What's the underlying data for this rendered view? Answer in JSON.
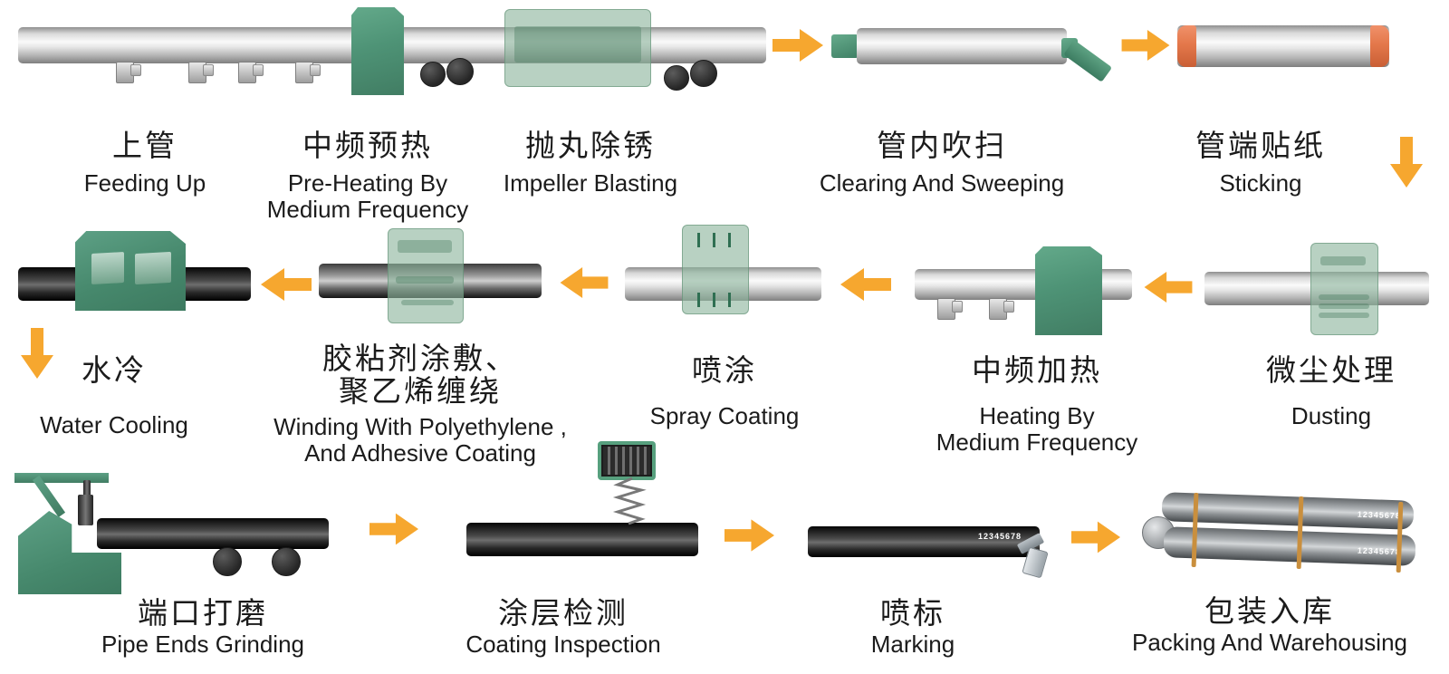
{
  "colors": {
    "arrow": "#F6A72F",
    "machine-green": "#4E9376",
    "glass-green": "#9CC0A9",
    "cap-orange": "#E4784B",
    "strap-orange": "#C98F3E",
    "text": "#1B1B1B",
    "background": "#FFFFFF"
  },
  "marking_text": "12345678",
  "stations": [
    {
      "id": "feeding-up",
      "zh_lines": [
        "上管"
      ],
      "en_lines": [
        "Feeding Up"
      ]
    },
    {
      "id": "pre-heating",
      "zh_lines": [
        "中频预热"
      ],
      "en_lines": [
        "Pre-Heating By",
        "Medium Frequency"
      ]
    },
    {
      "id": "impeller-blasting",
      "zh_lines": [
        "抛丸除锈"
      ],
      "en_lines": [
        "Impeller Blasting"
      ]
    },
    {
      "id": "clearing-and-sweeping",
      "zh_lines": [
        "管内吹扫"
      ],
      "en_lines": [
        "Clearing And Sweeping"
      ]
    },
    {
      "id": "sticking",
      "zh_lines": [
        "管端贴纸"
      ],
      "en_lines": [
        "Sticking"
      ]
    },
    {
      "id": "dusting",
      "zh_lines": [
        "微尘处理"
      ],
      "en_lines": [
        "Dusting"
      ]
    },
    {
      "id": "heating",
      "zh_lines": [
        "中频加热"
      ],
      "en_lines": [
        "Heating By",
        "Medium Frequency"
      ]
    },
    {
      "id": "spray-coating",
      "zh_lines": [
        "喷涂"
      ],
      "en_lines": [
        "Spray Coating"
      ]
    },
    {
      "id": "winding",
      "zh_lines": [
        "胶粘剂涂敷、",
        "聚乙烯缠绕"
      ],
      "en_lines": [
        "Winding With Polyethylene ,",
        "And Adhesive Coating"
      ]
    },
    {
      "id": "water-cooling",
      "zh_lines": [
        "水冷"
      ],
      "en_lines": [
        "Water Cooling"
      ]
    },
    {
      "id": "pipe-ends-grinding",
      "zh_lines": [
        "端口打磨"
      ],
      "en_lines": [
        "Pipe Ends Grinding"
      ]
    },
    {
      "id": "coating-inspection",
      "zh_lines": [
        "涂层检测"
      ],
      "en_lines": [
        "Coating Inspection"
      ]
    },
    {
      "id": "marking",
      "zh_lines": [
        "喷标"
      ],
      "en_lines": [
        "Marking"
      ]
    },
    {
      "id": "packing",
      "zh_lines": [
        "包装入库"
      ],
      "en_lines": [
        "Packing And Warehousing"
      ]
    }
  ]
}
